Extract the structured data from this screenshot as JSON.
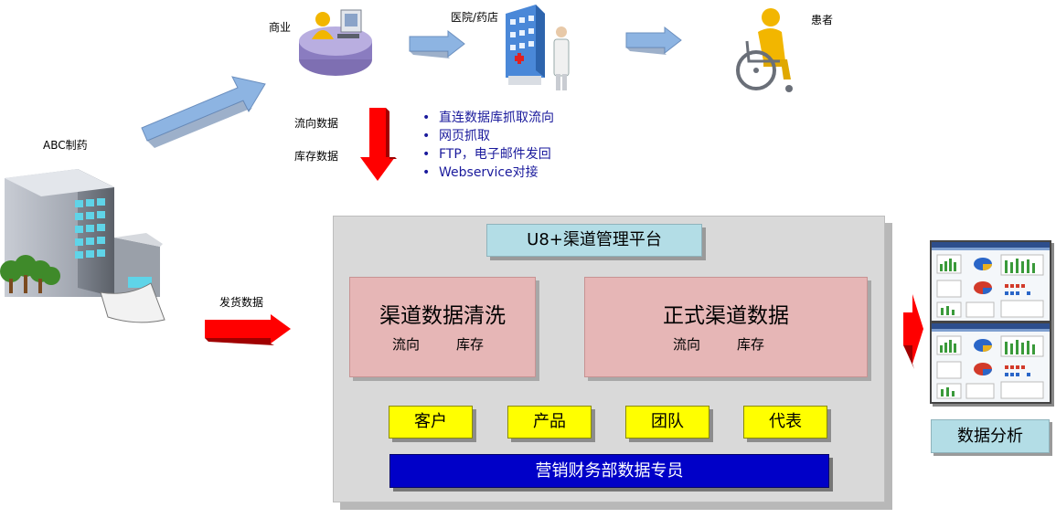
{
  "labels": {
    "abc": "ABC制药",
    "commerce": "商业",
    "hospital": "医院/药店",
    "patient": "患者",
    "flow_data": "流向数据",
    "inventory_data": "库存数据",
    "shipping_data": "发货数据"
  },
  "methods": [
    "直连数据库抓取流向",
    "网页抓取",
    "FTP，电子邮件发回",
    "Webservice对接"
  ],
  "platform": {
    "title": "U8+渠道管理平台",
    "cleaning": {
      "title": "渠道数据清洗",
      "flow": "流向",
      "inventory": "库存"
    },
    "formal": {
      "title": "正式渠道数据",
      "flow": "流向",
      "inventory": "库存"
    },
    "categories": [
      "客户",
      "产品",
      "团队",
      "代表"
    ],
    "staff": "营销财务部数据专员"
  },
  "analysis": "数据分析",
  "colors": {
    "blue_arrow": "#8db4e2",
    "red_arrow": "#ff0000",
    "platform_bg": "#d9d9d9",
    "pink_box": "#e6b6b6",
    "light_blue_box": "#b3dde6",
    "yellow_box": "#ffff00",
    "staff_box": "#0000c8",
    "method_text": "#1a1a9c"
  },
  "icons": [
    "factory-building-icon",
    "commerce-desk-icon",
    "hospital-doctor-icon",
    "patient-wheelchair-icon",
    "report-dashboard-icon"
  ]
}
